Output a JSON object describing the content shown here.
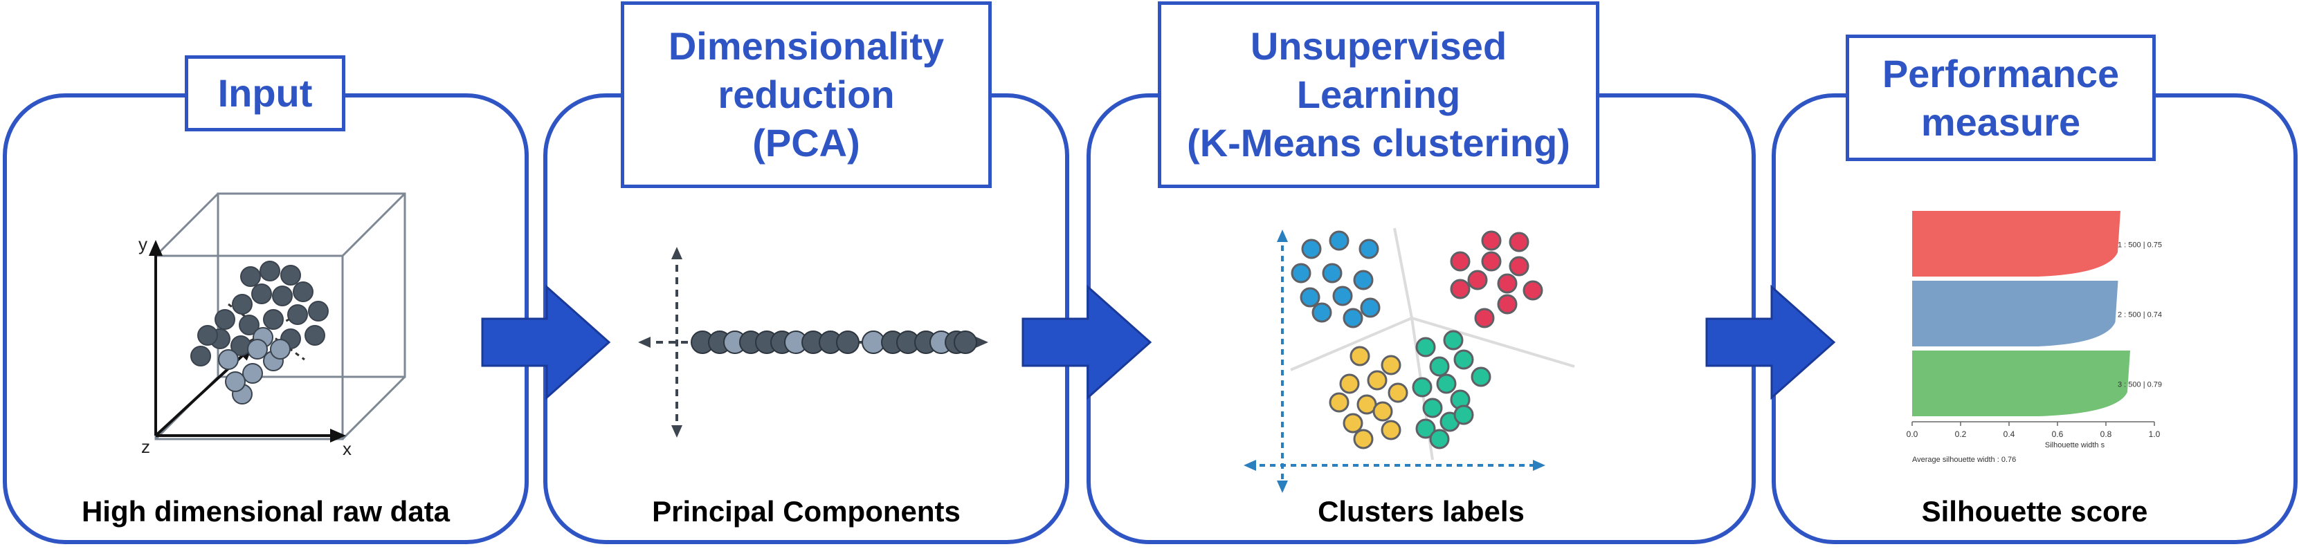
{
  "colors": {
    "accent": "#2f55c4",
    "arrow": "#2450c8",
    "points_dark": "#4d5865",
    "points_light": "#8e9fb4",
    "cluster_blue": "#2a9ad6",
    "cluster_red": "#e43a5a",
    "cluster_yellow": "#f2c548",
    "cluster_green": "#25c29a",
    "sil_red": "#ef6461",
    "sil_blue": "#7aa0c8",
    "sil_green": "#73c174"
  },
  "stages": [
    {
      "title": "Input",
      "caption": "High dimensional raw data"
    },
    {
      "title": "Dimensionality\nreduction\n(PCA)",
      "caption": "Principal Components"
    },
    {
      "title": "Unsupervised\nLearning\n(K-Means clustering)",
      "caption": "Clusters labels"
    },
    {
      "title": "Performance\nmeasure",
      "caption": "Silhouette score"
    }
  ],
  "input_axes": {
    "y": "y",
    "x": "x",
    "z": "z"
  },
  "silhouette": {
    "rows": [
      {
        "label": "1 :  500  |  0.75",
        "color": "#ef6461",
        "value": 0.75
      },
      {
        "label": "2 :  500  |  0.74",
        "color": "#7aa0c8",
        "value": 0.74
      },
      {
        "label": "3 :  500  |  0.79",
        "color": "#73c174",
        "value": 0.79
      }
    ],
    "ticks": [
      "0.0",
      "0.2",
      "0.4",
      "0.6",
      "0.8",
      "1.0"
    ],
    "xlabel": "Silhouette width s",
    "average_label": "Average silhouette width :  0.76"
  }
}
